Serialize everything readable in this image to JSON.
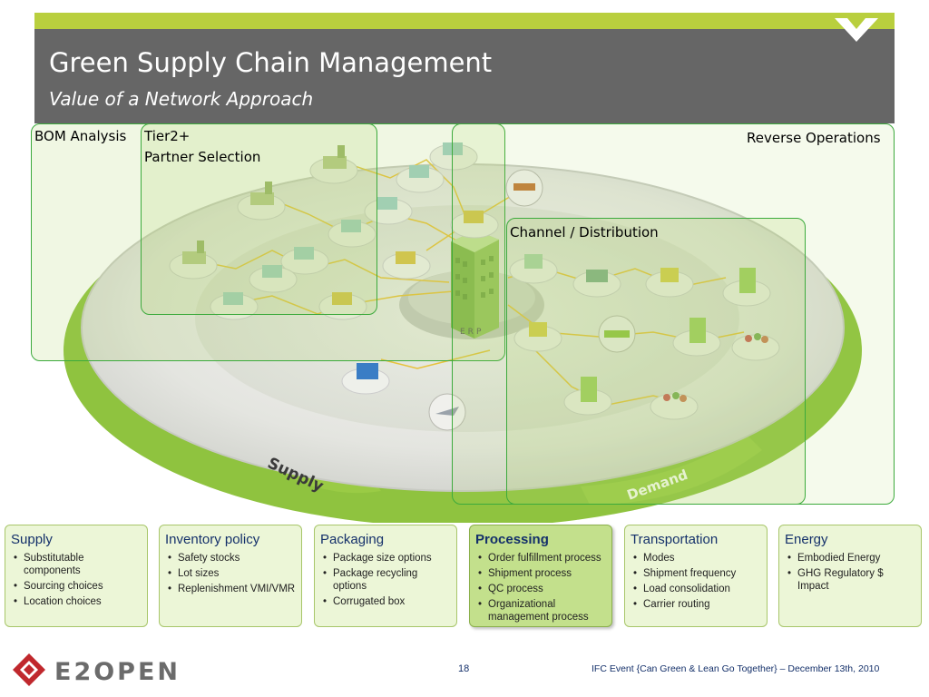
{
  "slide": {
    "title": "Green Supply Chain Management",
    "subtitle": "Value of a Network Approach",
    "accent_color": "#b9cf3e",
    "header_color": "#666666",
    "zone_border_color": "#3caa3c"
  },
  "diagram": {
    "zones": {
      "bom": "BOM Analysis",
      "tier2_line1": "Tier2+",
      "tier2_line2": "Partner Selection",
      "reverse": "Reverse Operations",
      "channel": "Channel / Distribution"
    },
    "platform_labels": {
      "supply": "Supply",
      "demand": "Demand",
      "erp": "ERP"
    }
  },
  "boxes": [
    {
      "title": "Supply",
      "items": [
        "Substitutable components",
        "Sourcing choices",
        "Location choices"
      ]
    },
    {
      "title": "Inventory policy",
      "items": [
        "Safety stocks",
        "Lot sizes",
        "Replenishment VMI/VMR"
      ]
    },
    {
      "title": "Packaging",
      "items": [
        "Package size options",
        "Package recycling options",
        "Corrugated box"
      ]
    },
    {
      "title": "Processing",
      "items": [
        "Order fulfillment process",
        "Shipment process",
        "QC process",
        "Organizational management process"
      ]
    },
    {
      "title": "Transportation",
      "items": [
        "Modes",
        "Shipment frequency",
        "Load consolidation",
        "Carrier routing"
      ]
    },
    {
      "title": "Energy",
      "items": [
        "Embodied Energy",
        "GHG Regulatory $ Impact"
      ]
    }
  ],
  "footer": {
    "logo": "E2OPEN",
    "page_number": "18",
    "event": "IFC Event {Can Green & Lean Go Together} – December 13th, 2010"
  }
}
